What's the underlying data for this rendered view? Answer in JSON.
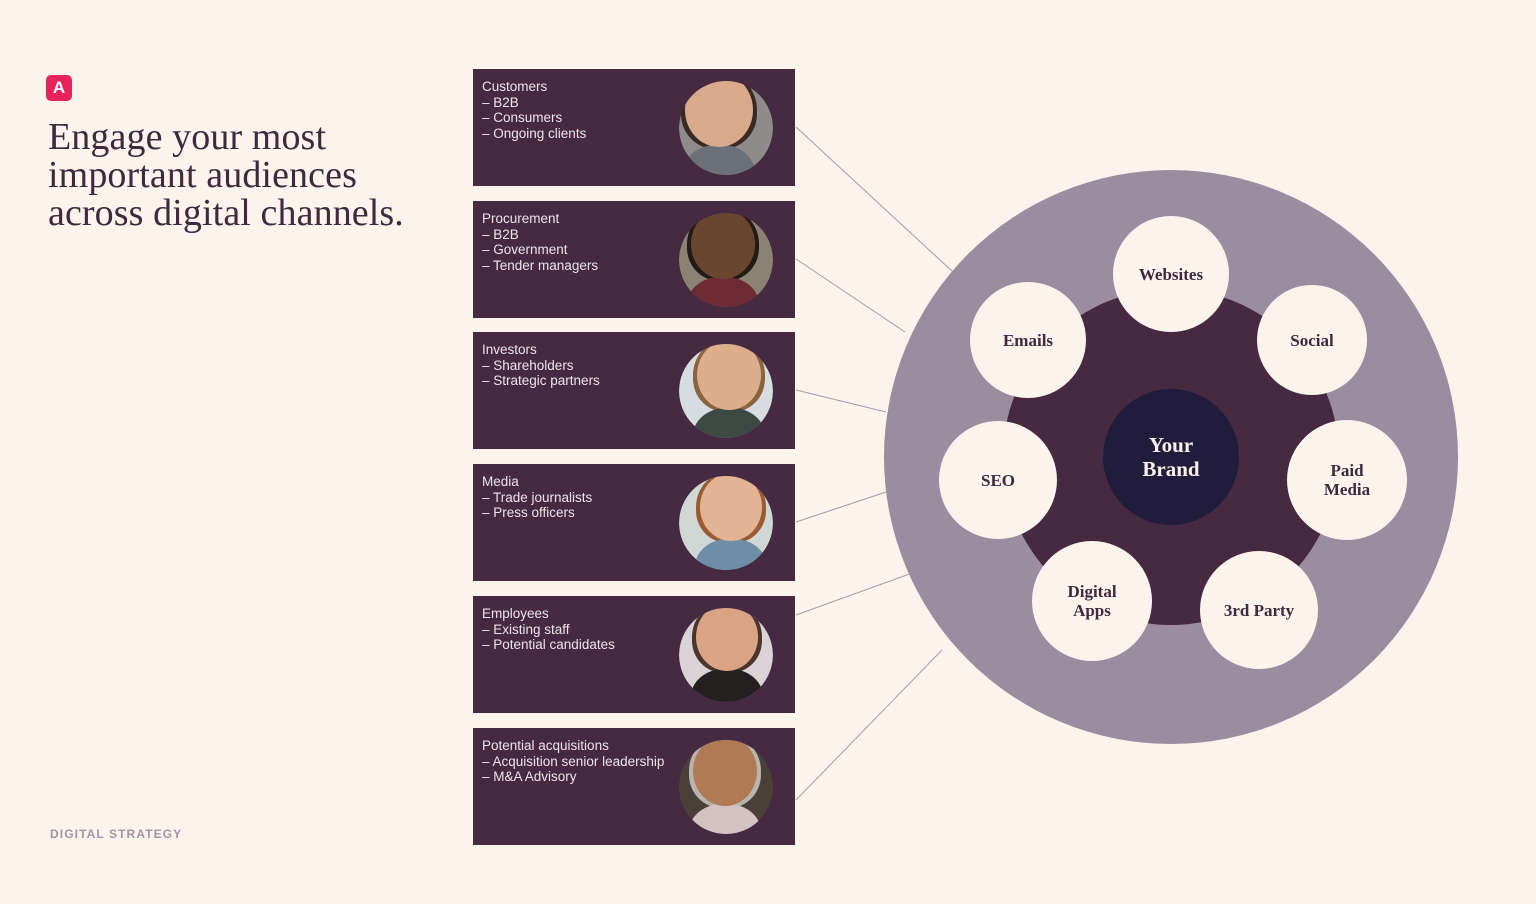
{
  "brand": {
    "logo_letter": "A",
    "logo_color": "#E8235A"
  },
  "headline": {
    "line1": "Engage your most",
    "line2": "important audiences",
    "line3": "across digital channels."
  },
  "footer": {
    "label": "DIGITAL STRATEGY"
  },
  "theme": {
    "background": "#FCF3ED",
    "card_bg": "#452A41",
    "card_text": "#EDE4EA",
    "heading_color": "#3E2A3E",
    "ring_outer": "#9B8CA0",
    "ring_inner": "#452A41",
    "core": "#211C3B",
    "node_bg": "#FCF3EC",
    "connector": "#A79BA3",
    "footer_text": "#A494A4"
  },
  "audience_cards": [
    {
      "title": "Customers",
      "bullets": [
        "– B2B",
        "– Consumers",
        "– Ongoing clients"
      ],
      "photo": "woman-meditating-portrait"
    },
    {
      "title": "Procurement",
      "bullets": [
        "– B2B",
        "– Government",
        "– Tender managers"
      ],
      "photo": "woman-on-phone-portrait"
    },
    {
      "title": "Investors",
      "bullets": [
        "– Shareholders",
        "– Strategic partners"
      ],
      "photo": "man-glasses-smiling-portrait"
    },
    {
      "title": "Media",
      "bullets": [
        "– Trade journalists",
        "– Press officers"
      ],
      "photo": "woman-glasses-redhair-portrait"
    },
    {
      "title": "Employees",
      "bullets": [
        "– Existing staff",
        "– Potential candidates"
      ],
      "photo": "woman-shortblackhair-portrait"
    },
    {
      "title": "Potential acquisitions",
      "bullets": [
        "– Acquisition senior leadership",
        "– M&A Advisory"
      ],
      "photo": "man-greyhair-portrait"
    }
  ],
  "diagram": {
    "center": {
      "line1": "Your",
      "line2": "Brand"
    },
    "channels": [
      {
        "label": "Websites",
        "multiline": false
      },
      {
        "label": "Social",
        "multiline": false
      },
      {
        "label": "Paid\nMedia",
        "multiline": true
      },
      {
        "label": "3rd Party",
        "multiline": false
      },
      {
        "label": "Digital\nApps",
        "multiline": true
      },
      {
        "label": "SEO",
        "multiline": false
      },
      {
        "label": "Emails",
        "multiline": false
      }
    ]
  }
}
